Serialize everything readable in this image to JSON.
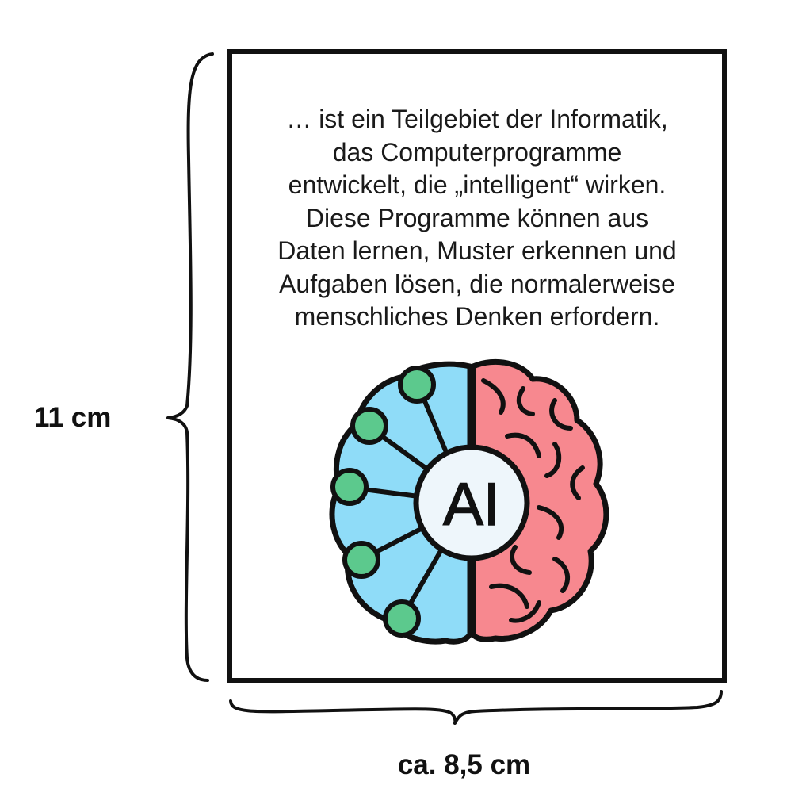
{
  "card": {
    "lines": [
      "… ist ein Teilgebiet der Informatik,",
      "das Computerprogramme",
      "entwickelt, die „intelligent“ wirken.",
      "Diese Programme können aus",
      "Daten lernen, Muster erkennen und",
      "Aufgaben lösen, die normalerweise",
      "menschliches Denken erfordern."
    ],
    "icon": {
      "name": "ai-brain-icon",
      "label": "AI"
    }
  },
  "dimensions": {
    "height_label": "11 cm",
    "width_label": "ca. 8,5 cm"
  },
  "colors": {
    "outline": "#111111",
    "circuit_half": "#8fdcf8",
    "brain_half": "#f7888f",
    "node": "#5cc98d"
  }
}
